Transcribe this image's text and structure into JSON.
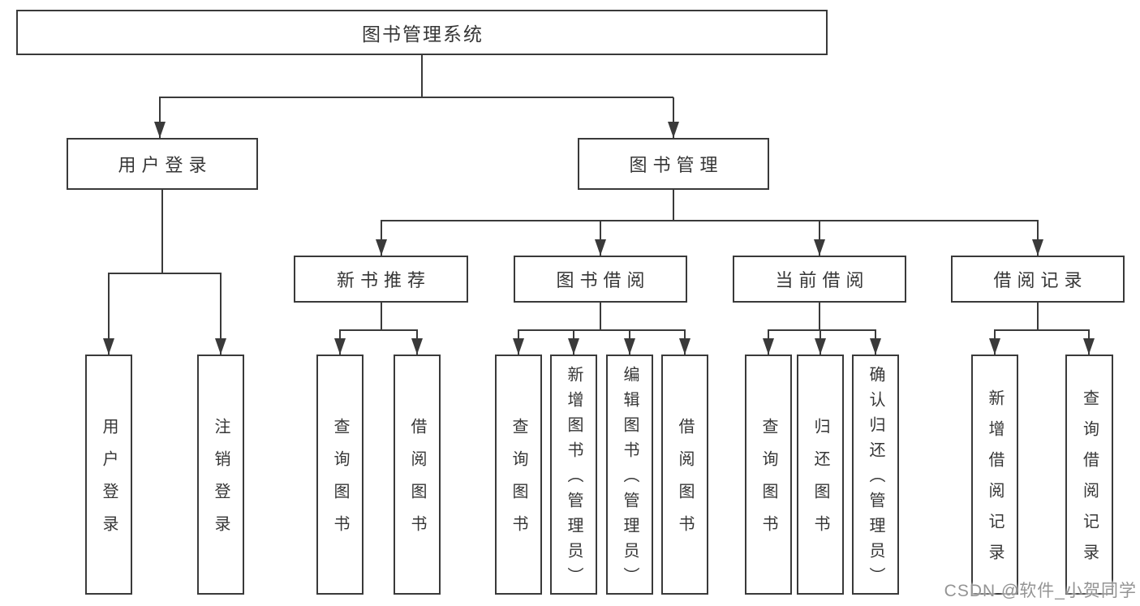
{
  "diagram": {
    "root": {
      "label": "图书管理系统"
    },
    "branches": [
      {
        "label": "用户登录",
        "children": [
          {
            "label": "用户登录"
          },
          {
            "label": "注销登录"
          }
        ]
      },
      {
        "label": "图书管理",
        "children": [
          {
            "label": "新书推荐",
            "children": [
              {
                "label": "查询图书"
              },
              {
                "label": "借阅图书"
              }
            ]
          },
          {
            "label": "图书借阅",
            "children": [
              {
                "label": "查询图书"
              },
              {
                "label": "新增图书（管理员）"
              },
              {
                "label": "编辑图书（管理员）"
              },
              {
                "label": "借阅图书"
              }
            ]
          },
          {
            "label": "当前借阅",
            "children": [
              {
                "label": "查询图书"
              },
              {
                "label": "归还图书"
              },
              {
                "label": "确认归还（管理员）"
              }
            ]
          },
          {
            "label": "借阅记录",
            "children": [
              {
                "label": "新增借阅记录"
              },
              {
                "label": "查询借阅记录"
              }
            ]
          }
        ]
      }
    ],
    "watermark": "CSDN @软件_小贺同学",
    "colors": {
      "line": "#3a3a3a",
      "text": "#363636",
      "watermark": "#949494",
      "background": "#ffffff"
    }
  }
}
